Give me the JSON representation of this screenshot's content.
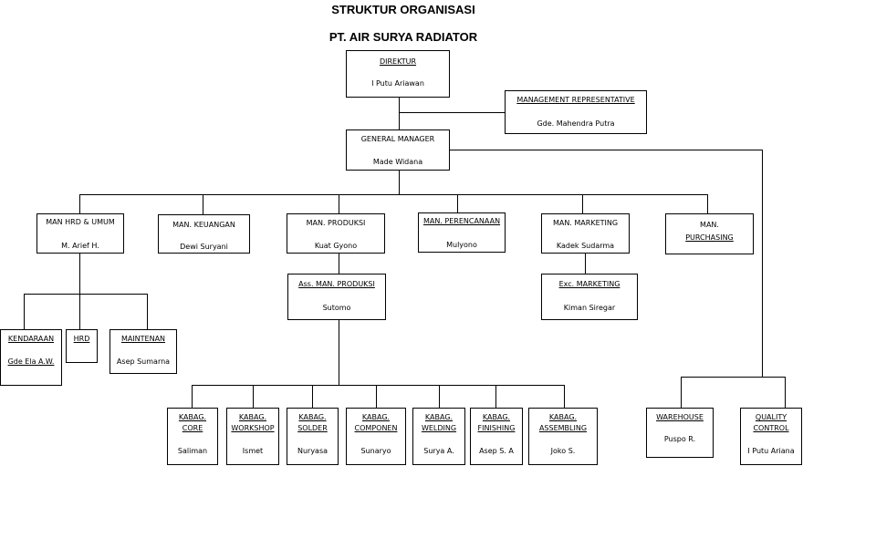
{
  "title_line1": "STRUKTUR ORGANISASI",
  "title_line2": "PT. AIR SURYA RADIATOR",
  "direktur": {
    "role": "DIREKTUR",
    "name": "I Putu Ariawan"
  },
  "mr": {
    "role": "MANAGEMENT REPRESENTATIVE",
    "name": "Gde. Mahendra Putra"
  },
  "gm": {
    "role": "GENERAL MANAGER",
    "name": "Made Widana"
  },
  "hrd_umum": {
    "role": "MAN HRD & UMUM",
    "name": "M. Arief H."
  },
  "keuangan": {
    "role": "MAN. KEUANGAN",
    "name": "Dewi Suryani"
  },
  "produksi": {
    "role": "MAN. PRODUKSI",
    "name": "Kuat Gyono"
  },
  "perencanaan": {
    "role": "MAN. PERENCANAAN",
    "name": "Mulyono"
  },
  "marketing": {
    "role": "MAN. MARKETING",
    "name": "Kadek Sudarma"
  },
  "purchasing": {
    "role_line1": "MAN.",
    "role_line2": "PURCHASING"
  },
  "ass_produksi": {
    "role": "Ass. MAN. PRODUKSI",
    "name": "Sutomo"
  },
  "exc_marketing": {
    "role": "Exc. MARKETING",
    "name": "Kiman Siregar"
  },
  "kendaraan": {
    "role": "KENDARAAN",
    "name": "Gde Ela A.W."
  },
  "hrd": {
    "role": "HRD"
  },
  "maintenan": {
    "role": "MAINTENAN",
    "name": "Asep Sumarna"
  },
  "kabag": [
    {
      "l1": "KABAG.",
      "l2": "CORE",
      "name": "Saliman"
    },
    {
      "l1": "KABAG.",
      "l2": "WORKSHOP",
      "name": "Ismet"
    },
    {
      "l1": "KABAG.",
      "l2": "SOLDER",
      "name": "Nuryasa"
    },
    {
      "l1": "KABAG.",
      "l2": "COMPONEN",
      "name": "Sunaryo"
    },
    {
      "l1": "KABAG.",
      "l2": "WELDING",
      "name": "Surya A."
    },
    {
      "l1": "KABAG.",
      "l2": "FINISHING",
      "name": "Asep S. A"
    },
    {
      "l1": "KABAG.",
      "l2": "ASSEMBLING",
      "name": "Joko S."
    }
  ],
  "warehouse": {
    "role": "WAREHOUSE",
    "name": "Puspo R."
  },
  "quality": {
    "l1": "QUALITY",
    "l2": "CONTROL",
    "name": "I Putu Ariana"
  }
}
